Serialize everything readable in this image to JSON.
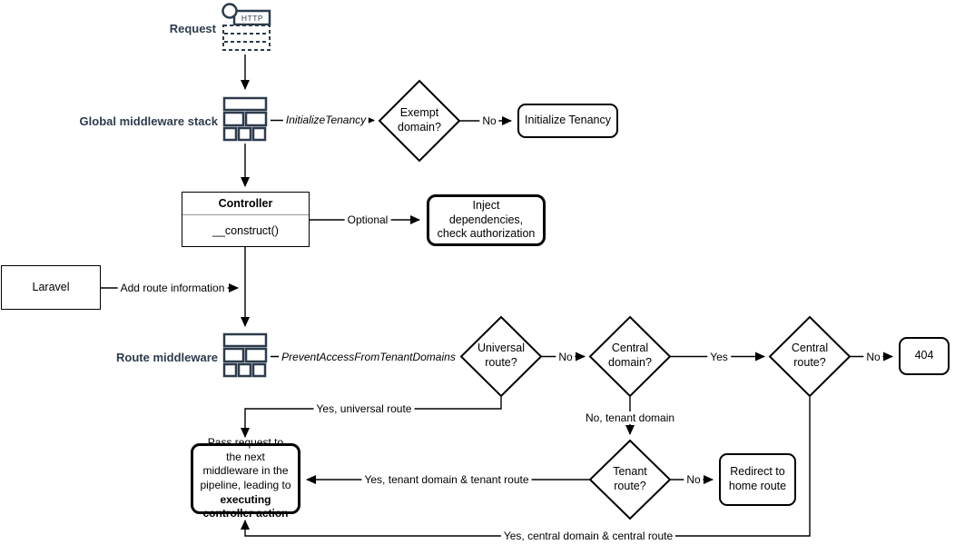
{
  "colors": {
    "navy": "#2d3b4d",
    "line": "#000000",
    "background": "#ffffff"
  },
  "section_labels": {
    "request": "Request",
    "global_middleware": "Global middleware stack",
    "route_middleware": "Route middleware"
  },
  "icons": {
    "request_icon": "http-request-document-icon",
    "request_http_text": "HTTP",
    "middleware_stack_icon": "stacked-blocks-icon"
  },
  "nodes": {
    "exempt_domain": "Exempt domain?",
    "initialize_tenancy": "Initialize Tenancy",
    "controller": {
      "title": "Controller",
      "method": "__construct()"
    },
    "inject": "Inject dependencies, check authorization",
    "laravel": "Laravel",
    "universal_route": "Universal route?",
    "central_domain": "Central domain?",
    "central_route": "Central route?",
    "not_found": "404",
    "tenant_route": "Tenant route?",
    "redirect": "Redirect to home route",
    "pass": {
      "pre": "Pass request to the next middleware in the pipeline, leading to ",
      "bold": "executing controller action"
    }
  },
  "edges": {
    "initialize_tenancy_middleware": "InitializeTenancy",
    "exempt_no": "No",
    "optional": "Optional",
    "add_route_info": "Add route information",
    "prevent_access": "PreventAccessFromTenantDomains",
    "universal_no": "No",
    "central_domain_yes": "Yes",
    "central_route_no": "No",
    "universal_yes": "Yes, universal route",
    "tenant_domain_no": "No, tenant domain",
    "tenant_yes": "Yes, tenant domain & tenant route",
    "tenant_no": "No",
    "central_yes": "Yes, central domain & central route"
  }
}
